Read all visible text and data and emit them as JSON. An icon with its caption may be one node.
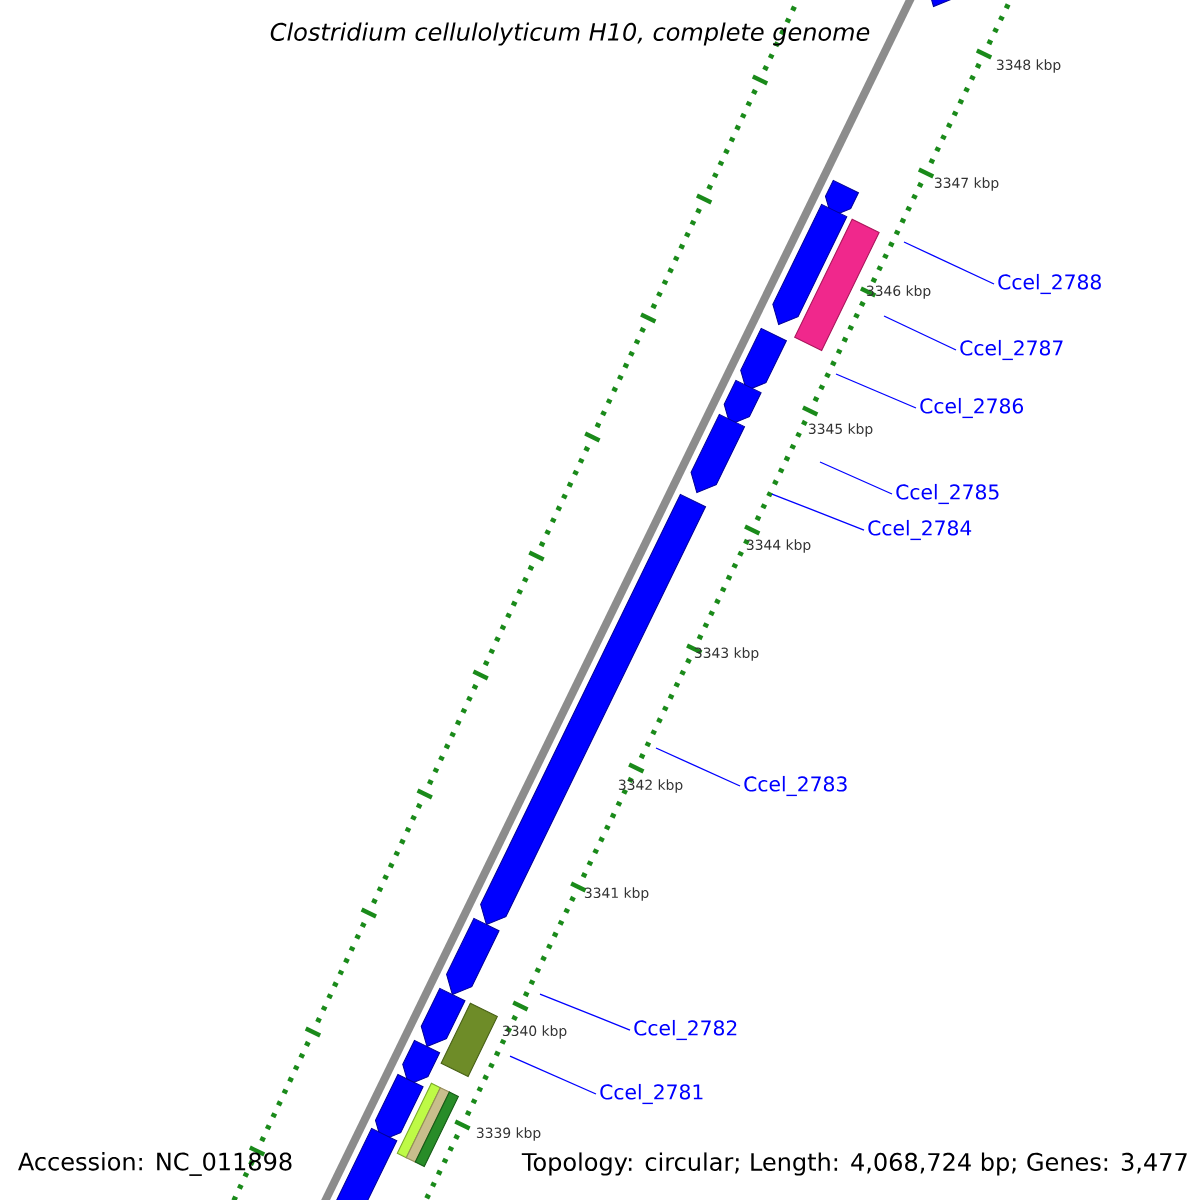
{
  "diagram": {
    "title": "Clostridium cellulolyticum H10, complete genome",
    "nodes": [
      {
        "text": [
          "Ccel_2788"
        ]
      },
      {
        "text": [
          "Ccel_2787"
        ]
      },
      {
        "text": [
          "Ccel_2786"
        ]
      },
      {
        "text": [
          "Ccel_2785"
        ]
      },
      {
        "text": [
          "Ccel_2784"
        ]
      },
      {
        "text": [
          "Ccel_2783"
        ]
      },
      {
        "text": [
          "Ccel_2782"
        ]
      },
      {
        "text": [
          "Ccel_2781"
        ]
      }
    ],
    "edges": [
      {
        "from": 0,
        "to": null,
        "arrow": "none"
      },
      {
        "from": 1,
        "to": null,
        "arrow": "none"
      },
      {
        "from": 2,
        "to": null,
        "arrow": "none"
      },
      {
        "from": 3,
        "to": null,
        "arrow": "none"
      },
      {
        "from": 4,
        "to": null,
        "arrow": "none"
      },
      {
        "from": 5,
        "to": null,
        "arrow": "none"
      },
      {
        "from": 6,
        "to": null,
        "arrow": "none"
      },
      {
        "from": 7,
        "to": null,
        "arrow": "none"
      }
    ],
    "labels": [
      "3348 kbp",
      "3347 kbp",
      "3346 kbp",
      "3345 kbp",
      "3344 kbp",
      "3343 kbp",
      "3342 kbp",
      "3341 kbp",
      "3340 kbp",
      "3339 kbp",
      "Accession: NC_011898",
      "Topology: circular; Length: 4,068,724 bp; Genes: 3,477"
    ]
  }
}
